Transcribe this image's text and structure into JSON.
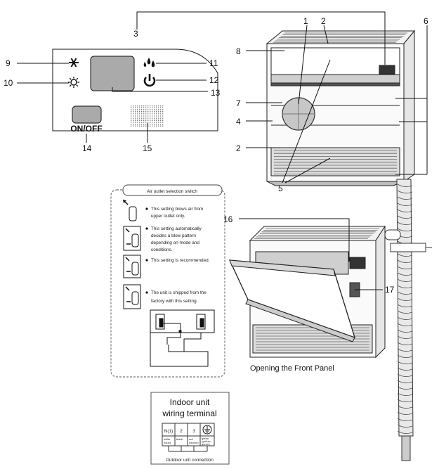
{
  "callouts": {
    "n1": "1",
    "n2a": "2",
    "n2b": "2",
    "n3": "3",
    "n4": "4",
    "n5": "5",
    "n6": "6",
    "n7": "7",
    "n8": "8",
    "n9": "9",
    "n10": "10",
    "n11": "11",
    "n12": "12",
    "n13": "13",
    "n14": "14",
    "n15": "15",
    "n16": "16",
    "n17": "17"
  },
  "control_panel": {
    "onoff_label": "ON/OFF"
  },
  "switch_box": {
    "title": "Air outlet selection switch",
    "notes": [
      [
        "This setting blows air from",
        "upper outlet only."
      ],
      [
        "This setting automatically",
        "decides a blow pattern",
        "depending on mode and",
        "conditions."
      ],
      [
        "This setting is recommended."
      ],
      [
        "The unit is shipped from the",
        "factory with this setting."
      ]
    ]
  },
  "front_panel_caption": "Opening the Front Panel",
  "terminal": {
    "title_line1": "Indoor unit",
    "title_line2": "wiring terminal",
    "cells": [
      "N(1)",
      "2",
      "3"
    ],
    "wire_labels": [
      [
        "white",
        "(blue)"
      ],
      [
        "black"
      ],
      [
        "red",
        "(brown)"
      ],
      [
        "green",
        "(yellow-",
        "green)"
      ]
    ],
    "outdoor_label": "Outdoor unit connection"
  },
  "icons": [
    "snowflake-icon",
    "sun-icon",
    "droplets-icon",
    "power-icon",
    "ground-icon"
  ]
}
